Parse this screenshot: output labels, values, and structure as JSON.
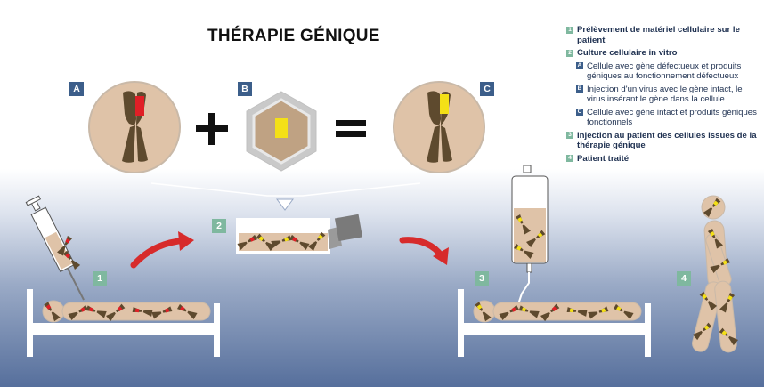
{
  "title": "THÉRAPIE GÉNIQUE",
  "symbols": {
    "plus": "+",
    "equals": "="
  },
  "letters": {
    "a": "A",
    "b": "B",
    "c": "C"
  },
  "steps": {
    "s1": "1",
    "s2": "2",
    "s3": "3",
    "s4": "4"
  },
  "legend": [
    {
      "badge": "1",
      "text": "Prélèvement de matériel cellulaire sur le patient"
    },
    {
      "badge": "2",
      "text": "Culture cellulaire in vitro"
    },
    {
      "badge": "A",
      "text": "Cellule avec gène défectueux et produits géniques au fonctionnement défectueux"
    },
    {
      "badge": "B",
      "text": "Injection d'un virus avec le gène intact, le virus insérant le gène dans la cellule"
    },
    {
      "badge": "C",
      "text": "Cellule avec gène intact et produits géniques fonctionnels"
    },
    {
      "badge": "3",
      "text": "Injection au patient des cellules issues de la thérapie génique"
    },
    {
      "badge": "4",
      "text": "Patient traité"
    }
  ],
  "colors": {
    "skin": "#dfc3a8",
    "chromosome": "#5e4a2e",
    "defective_gene": "#e01f26",
    "intact_gene": "#f4e017",
    "arrow": "#d72b2b",
    "badge_blue": "#3c5e8a",
    "badge_green": "#7fb89f"
  }
}
